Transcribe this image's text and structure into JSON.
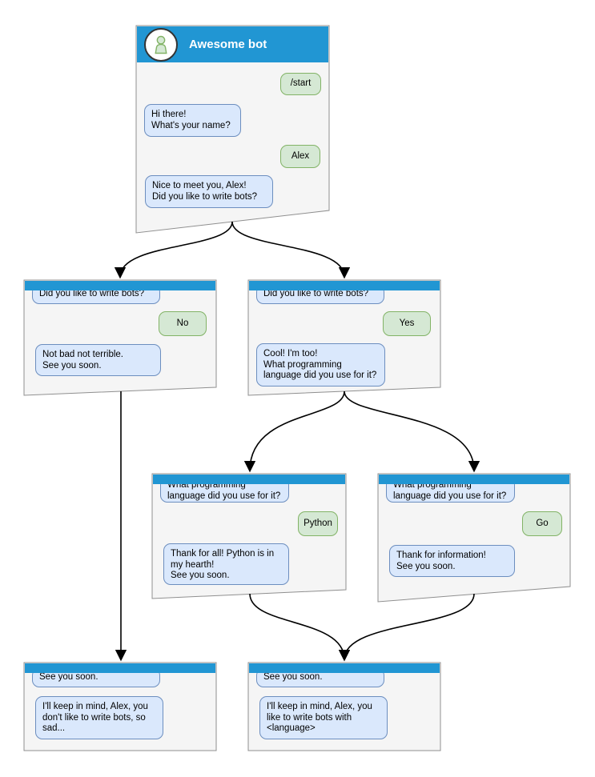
{
  "palette": {
    "header_blue": "#2196d3",
    "window_fill": "#f5f5f5",
    "window_border": "#8f8f8f",
    "bot_bubble_fill": "#dae8fc",
    "bot_bubble_border": "#6c8ebf",
    "user_bubble_fill": "#d5e8d4",
    "user_bubble_border": "#82b366",
    "avatar_green": "#82b366",
    "arrow_color": "#000000"
  },
  "windows": {
    "root": {
      "title": "Awesome bot",
      "messages": [
        {
          "from": "user",
          "text": "/start"
        },
        {
          "from": "bot",
          "text": "Hi there!\nWhat's your name?"
        },
        {
          "from": "user",
          "text": "Alex"
        },
        {
          "from": "bot",
          "text": "Nice to meet you, Alex!\nDid you like to write bots?"
        }
      ]
    },
    "branch_no": {
      "messages": [
        {
          "from": "bot",
          "text": "Did you like to write bots?"
        },
        {
          "from": "user",
          "text": "No"
        },
        {
          "from": "bot",
          "text": "Not bad not terrible.\nSee you soon."
        }
      ]
    },
    "branch_yes": {
      "messages": [
        {
          "from": "bot",
          "text": "Did you like to write bots?"
        },
        {
          "from": "user",
          "text": "Yes"
        },
        {
          "from": "bot",
          "text": "Cool! I'm too!\nWhat programming\nlanguage did you use for it?"
        }
      ]
    },
    "branch_python": {
      "messages": [
        {
          "from": "bot",
          "text": "What programming\nlanguage did you use for it?"
        },
        {
          "from": "user",
          "text": "Python"
        },
        {
          "from": "bot",
          "text": "Thank for all! Python is in\nmy hearth!\nSee you soon."
        }
      ]
    },
    "branch_go": {
      "messages": [
        {
          "from": "bot",
          "text": "What programming\nlanguage did you use for it?"
        },
        {
          "from": "user",
          "text": "Go"
        },
        {
          "from": "bot",
          "text": "Thank for information!\nSee you soon."
        }
      ]
    },
    "end_no": {
      "messages": [
        {
          "from": "bot",
          "text": "See you soon."
        },
        {
          "from": "bot",
          "text": "I'll keep in mind, Alex, you\ndon't like to write bots, so\nsad..."
        }
      ]
    },
    "end_yes": {
      "messages": [
        {
          "from": "bot",
          "text": "See you soon."
        },
        {
          "from": "bot",
          "text": "I'll keep in mind, Alex, you\nlike to write bots with\n<language>"
        }
      ]
    }
  },
  "edges": [
    {
      "from": "root",
      "to": "branch_no"
    },
    {
      "from": "root",
      "to": "branch_yes"
    },
    {
      "from": "branch_yes",
      "to": "branch_python"
    },
    {
      "from": "branch_yes",
      "to": "branch_go"
    },
    {
      "from": "branch_no",
      "to": "end_no"
    },
    {
      "from": "branch_python",
      "to": "end_yes"
    },
    {
      "from": "branch_go",
      "to": "end_yes"
    }
  ]
}
